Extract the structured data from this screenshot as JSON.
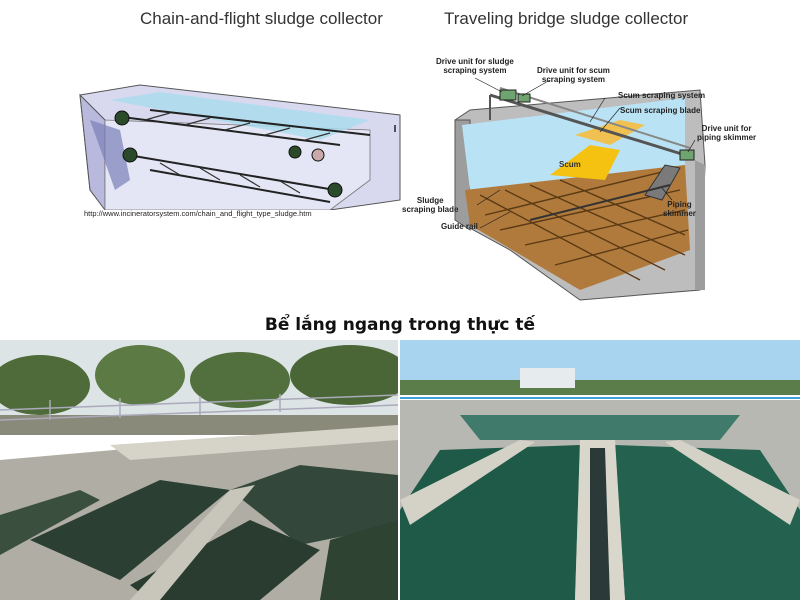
{
  "left_diagram": {
    "title": "Chain-and-flight sludge collector",
    "url": "http://www.incineratorsystem.com/chain_and_flight_type_sludge.htm"
  },
  "right_diagram": {
    "title": "Traveling bridge sludge collector",
    "labels": {
      "drive_sludge": "Drive unit for sludge\nscraping system",
      "drive_scum": "Drive unit for scum\nscraping system",
      "scum_system": "Scum scraping system",
      "scum_blade": "Scum scraping blade",
      "drive_skimmer": "Drive unit for\npiping skimmer",
      "scum": "Scum",
      "sludge_blade": "Sludge\nscraping blade",
      "guide_rail": "Guide rail",
      "piping_skimmer": "Piping\nskimmer"
    }
  },
  "section_heading": "Bể lắng ngang trong thực tế",
  "colors": {
    "water_blue": "#8fd0ec",
    "sludge_brown": "#b07a3c",
    "concrete": "#c9c9c9",
    "tank_water_dark": "#2c3f33",
    "railing_blue": "#3fa0d8"
  }
}
